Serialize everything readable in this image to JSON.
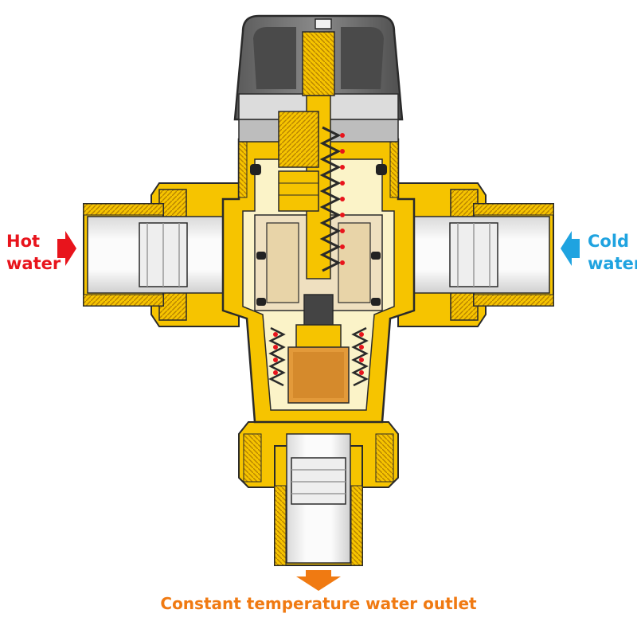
{
  "labels": {
    "hot_line1": "Hot",
    "hot_line2": "water",
    "cold_line1": "Cold",
    "cold_line2": "water",
    "outlet": "Constant temperature water outlet"
  },
  "colors": {
    "hot": "#e8141c",
    "cold": "#1fa3e0",
    "outlet": "#f07a12",
    "brass": "#f6c400",
    "brass_dark": "#e0a200",
    "outline": "#2a2a2a",
    "cap": "#6e6e6e",
    "pipe": "#f4f4f4"
  },
  "icons": {
    "hot_arrow": "arrow-right-icon",
    "cold_arrow": "arrow-left-icon",
    "outlet_arrow": "arrow-down-icon"
  }
}
